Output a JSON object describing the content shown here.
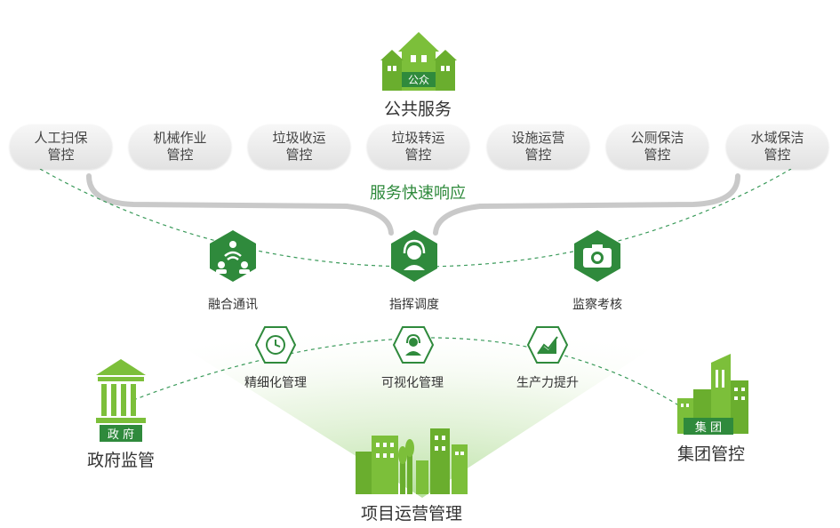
{
  "top": {
    "title": "公共服务",
    "badge": "公众"
  },
  "services": [
    {
      "line1": "人工扫保",
      "line2": "管控"
    },
    {
      "line1": "机械作业",
      "line2": "管控"
    },
    {
      "line1": "垃圾收运",
      "line2": "管控"
    },
    {
      "line1": "垃圾转运",
      "line2": "管控"
    },
    {
      "line1": "设施运营",
      "line2": "管控"
    },
    {
      "line1": "公厕保洁",
      "line2": "管控"
    },
    {
      "line1": "水域保洁",
      "line2": "管控"
    }
  ],
  "response_label": "服务快速响应",
  "hex_nodes": [
    {
      "label": "融合通讯",
      "icon": "people-network-icon"
    },
    {
      "label": "指挥调度",
      "icon": "headset-agent-icon"
    },
    {
      "label": "监察考核",
      "icon": "camera-icon"
    }
  ],
  "outline_nodes": [
    {
      "label": "精细化管理",
      "icon": "clock-icon"
    },
    {
      "label": "可视化管理",
      "icon": "agent-icon"
    },
    {
      "label": "生产力提升",
      "icon": "growth-chart-icon"
    }
  ],
  "gov": {
    "title": "政府监管",
    "badge": "政 府"
  },
  "group": {
    "title": "集团管控",
    "badge": "集 团"
  },
  "project": {
    "title": "项目运营管理"
  },
  "colors": {
    "green": "#2f8a3c",
    "light_green": "#7cbf3a",
    "dash": "#3a9a5a"
  }
}
